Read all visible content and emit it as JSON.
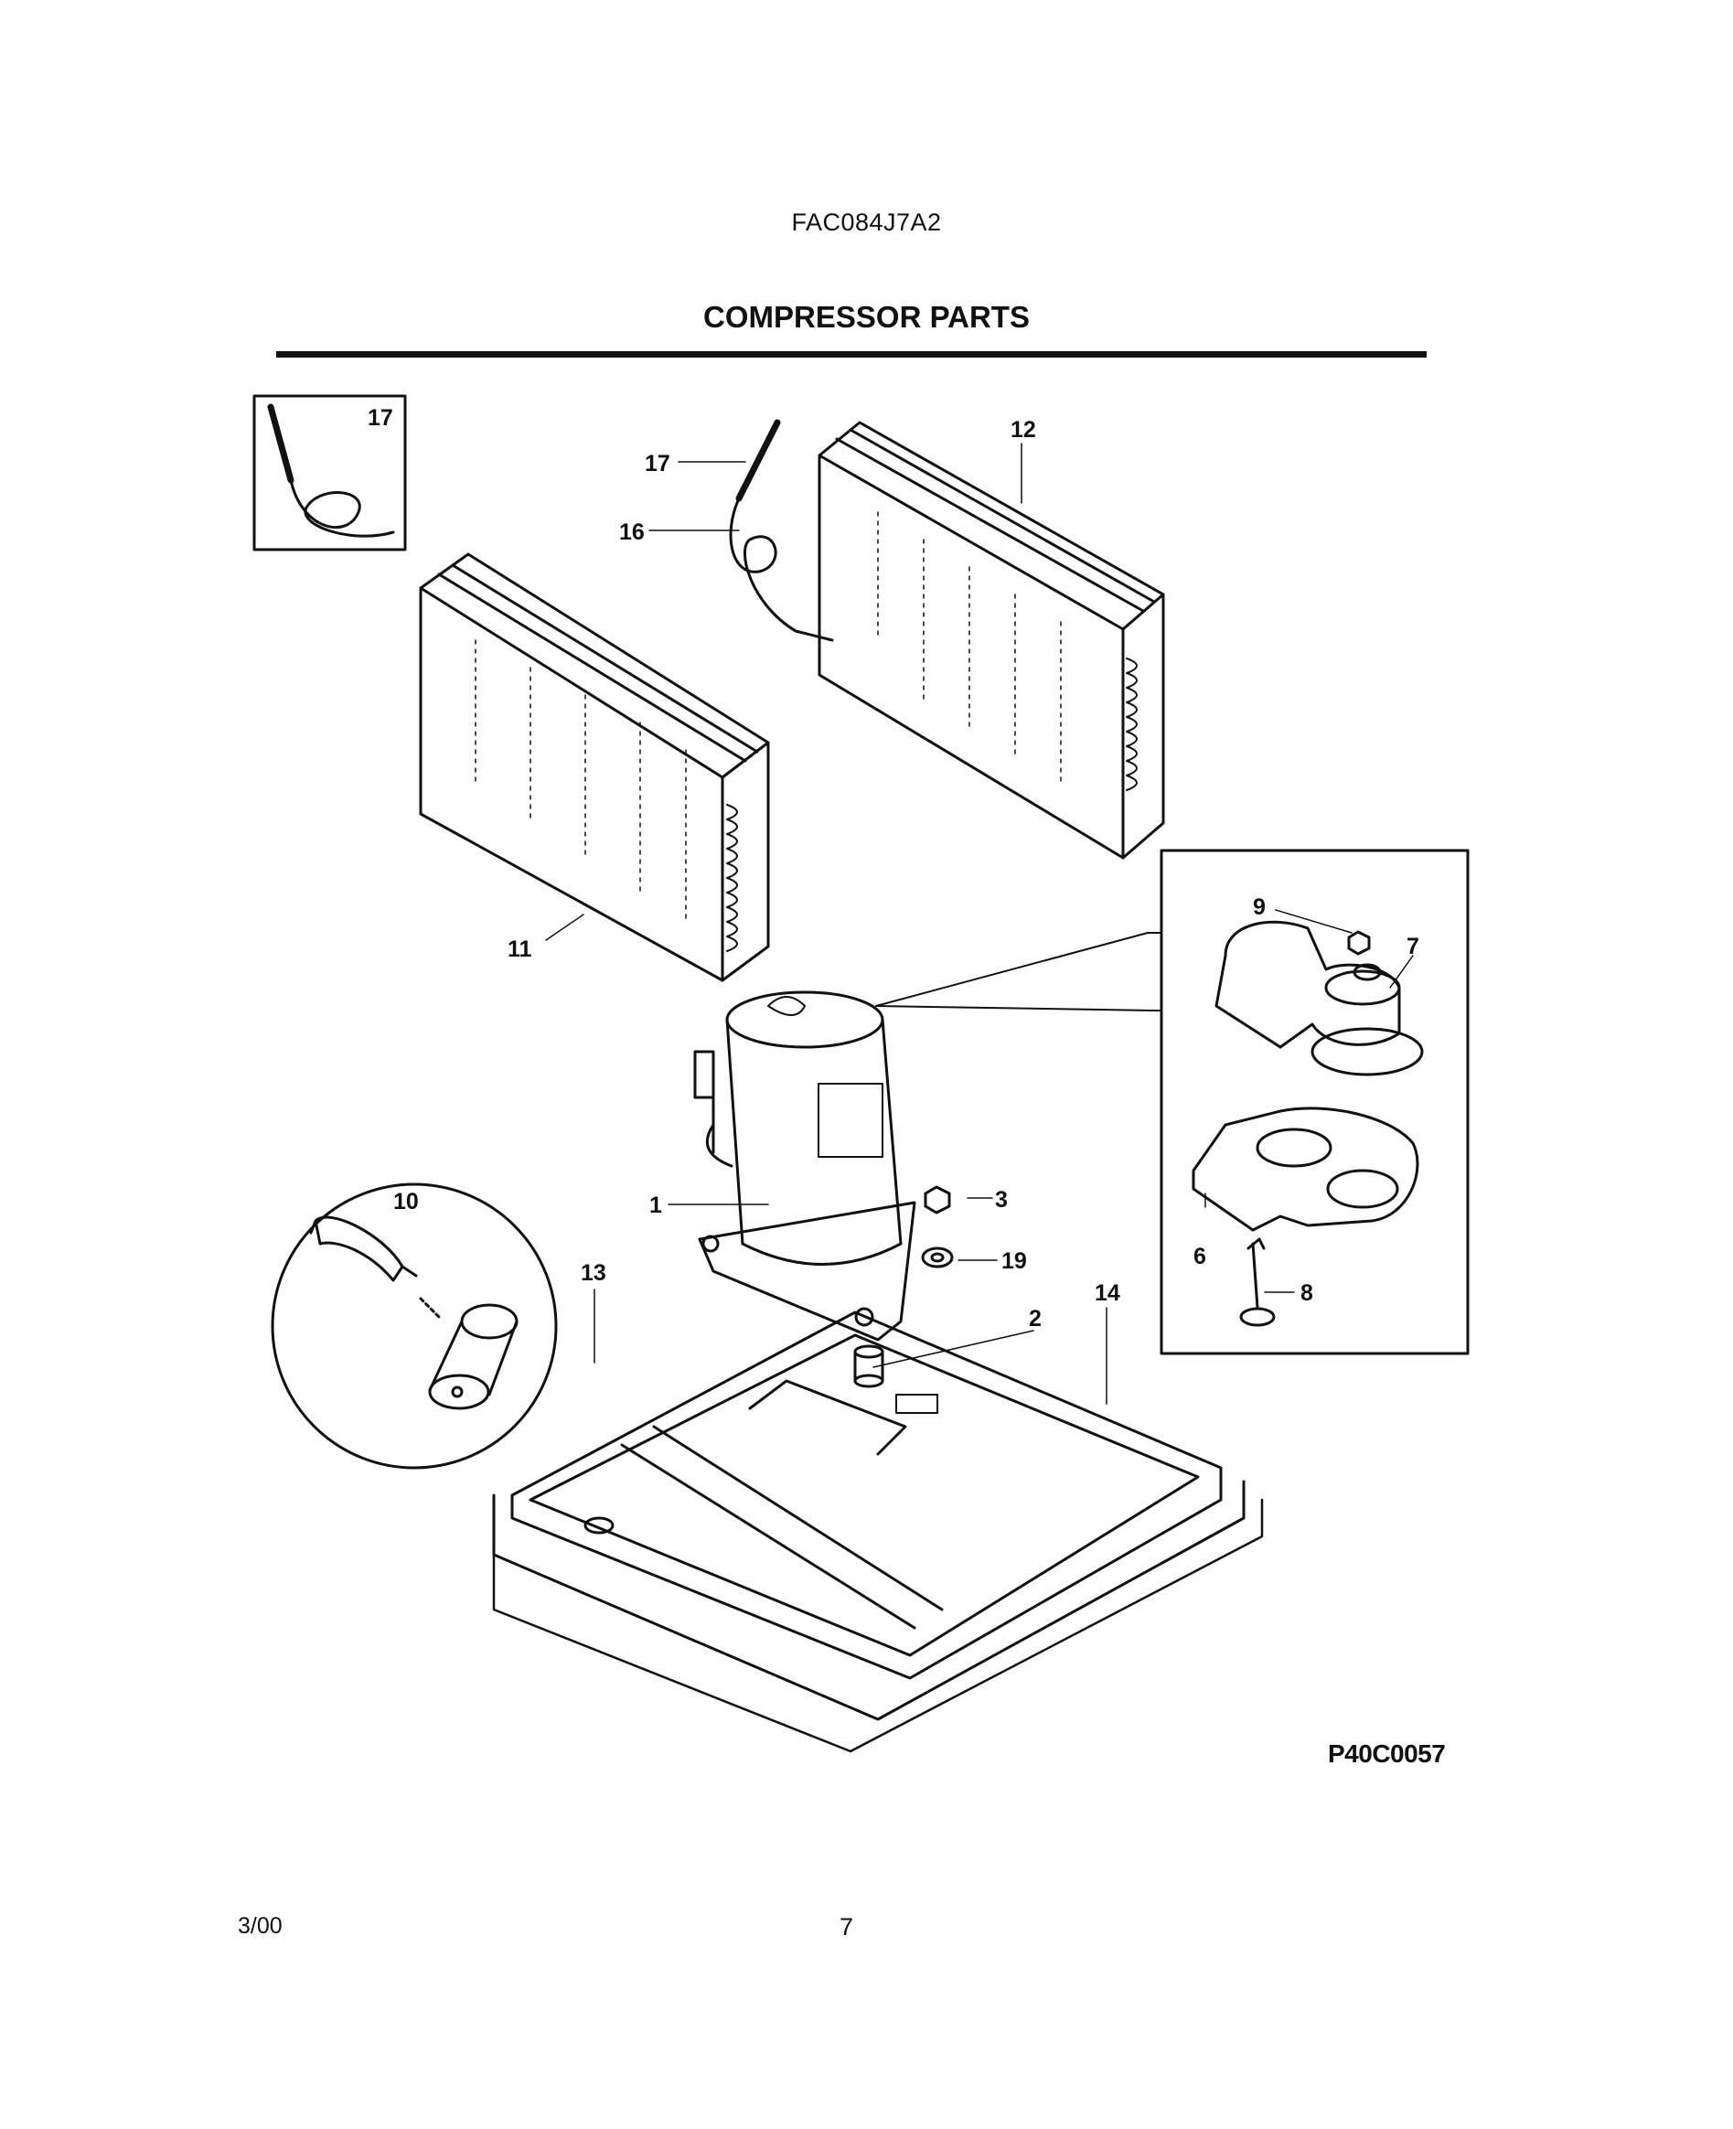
{
  "header": {
    "model": "FAC084J7A2",
    "title": "COMPRESSOR PARTS"
  },
  "callouts": {
    "c1": "1",
    "c2": "2",
    "c3": "3",
    "c6": "6",
    "c7": "7",
    "c8": "8",
    "c9": "9",
    "c10": "10",
    "c11": "11",
    "c12": "12",
    "c13": "13",
    "c14": "14",
    "c16": "16",
    "c17a": "17",
    "c17b": "17",
    "c19": "19"
  },
  "footer": {
    "diagram_code": "P40C0057",
    "date": "3/00",
    "page_number": "7"
  }
}
